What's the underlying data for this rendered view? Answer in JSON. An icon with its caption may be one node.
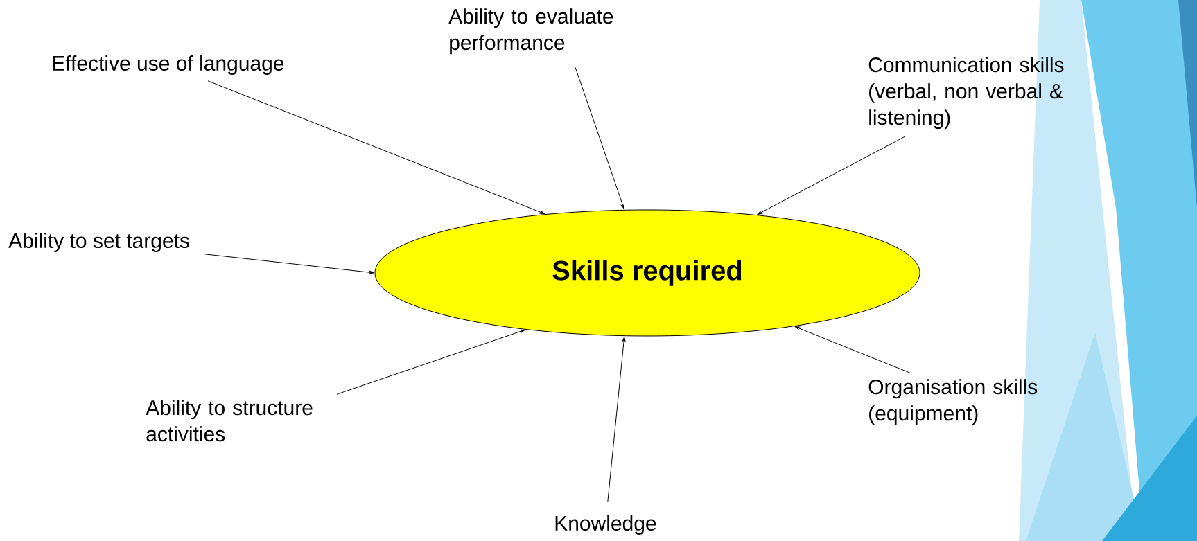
{
  "diagram": {
    "nodes": [
      {
        "text": [
          "Skills required"
        ]
      },
      {
        "text": [
          "Effective use of language"
        ]
      },
      {
        "text": [
          "Ability to evaluate performance"
        ]
      },
      {
        "text": [
          "Communication skills (verbal, non verbal & listening)"
        ]
      },
      {
        "text": [
          "Ability to set targets"
        ]
      },
      {
        "text": [
          "Ability to structure activities"
        ]
      },
      {
        "text": [
          "Knowledge"
        ]
      },
      {
        "text": [
          "Organisation skills (equipment)"
        ]
      }
    ],
    "edges": [
      {
        "from": 1,
        "to": 0,
        "arrow": "to"
      },
      {
        "from": 2,
        "to": 0,
        "arrow": "to"
      },
      {
        "from": 3,
        "to": 0,
        "arrow": "to"
      },
      {
        "from": 4,
        "to": 0,
        "arrow": "to"
      },
      {
        "from": 5,
        "to": 0,
        "arrow": "to"
      },
      {
        "from": 6,
        "to": 0,
        "arrow": "to"
      },
      {
        "from": 7,
        "to": 0,
        "arrow": "to"
      }
    ]
  }
}
